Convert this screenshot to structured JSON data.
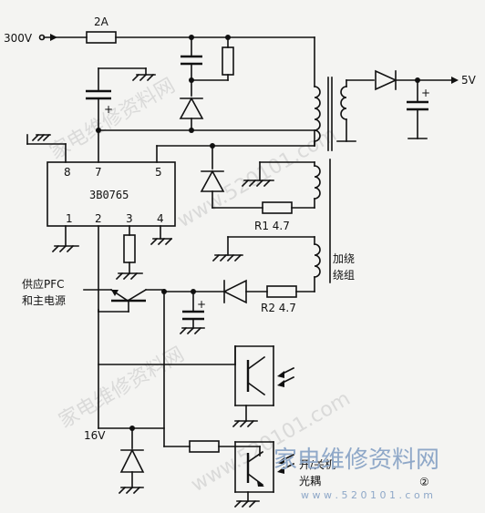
{
  "labels": {
    "input_voltage": "300V",
    "fuse": "2A",
    "output_voltage": "5V",
    "ic_name": "3B0765",
    "pin1": "1",
    "pin2": "2",
    "pin3": "3",
    "pin4": "4",
    "pin5": "5",
    "pin7": "7",
    "pin8": "8",
    "r1": "R1 4.7",
    "r2": "R2 4.7",
    "added_winding_1": "加绕",
    "added_winding_2": "绕组",
    "pfc_supply_1": "供应PFC",
    "pfc_supply_2": "和主电源",
    "v16": "16V",
    "switch_1": "开/关机",
    "switch_2": "光耦",
    "figure_no": "②",
    "cap_plus": "+"
  },
  "watermarks": {
    "wm1": "家电维修资料网",
    "wm2": "www.520101.com",
    "wm3": "家电维修资料网",
    "wm4": "www.520101.com",
    "brand_cn": "家电维修资料网",
    "brand_url": "w w w . 5 2 0 1 0 1 . c o m"
  },
  "colors": {
    "ink": "#111111",
    "paper": "#f4f4f2",
    "brand": "#8fa8c8",
    "watermark": "#c9c9c9"
  }
}
